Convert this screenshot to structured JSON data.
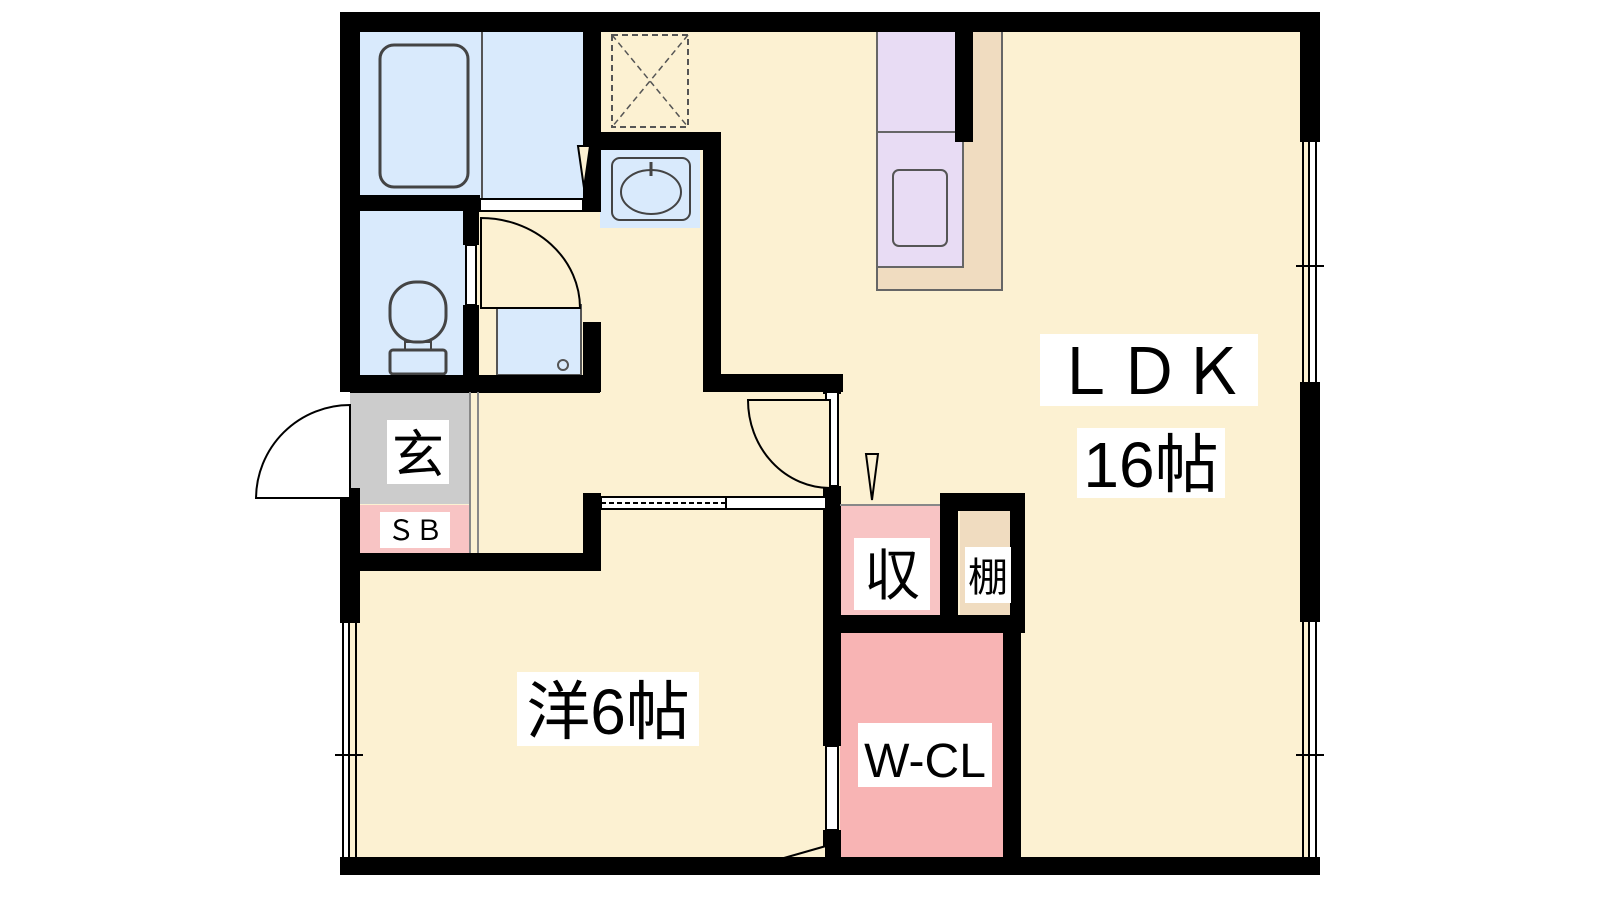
{
  "rooms": {
    "ldk_name": "ＬＤＫ",
    "ldk_size": "16帖",
    "western_room": "洋6帖",
    "entrance": "玄",
    "shoe_box": "ＳＢ",
    "storage": "収",
    "shelf": "棚",
    "walk_in_closet": "W-CL"
  },
  "colors": {
    "living_floor": "#fcf1d2",
    "wet_area": "#d9eafc",
    "entrance_floor": "#cccccc",
    "storage_pink": "#f8c4c4",
    "closet_pink": "#f8b4b4",
    "kitchen_purple": "#e8dcf4",
    "counter_tan": "#f0dcc0",
    "wall": "#000000"
  },
  "icons": [
    "bathtub-icon",
    "sink-icon",
    "toilet-icon",
    "washer-pan-icon",
    "stove-icon",
    "door-swing-icon"
  ]
}
